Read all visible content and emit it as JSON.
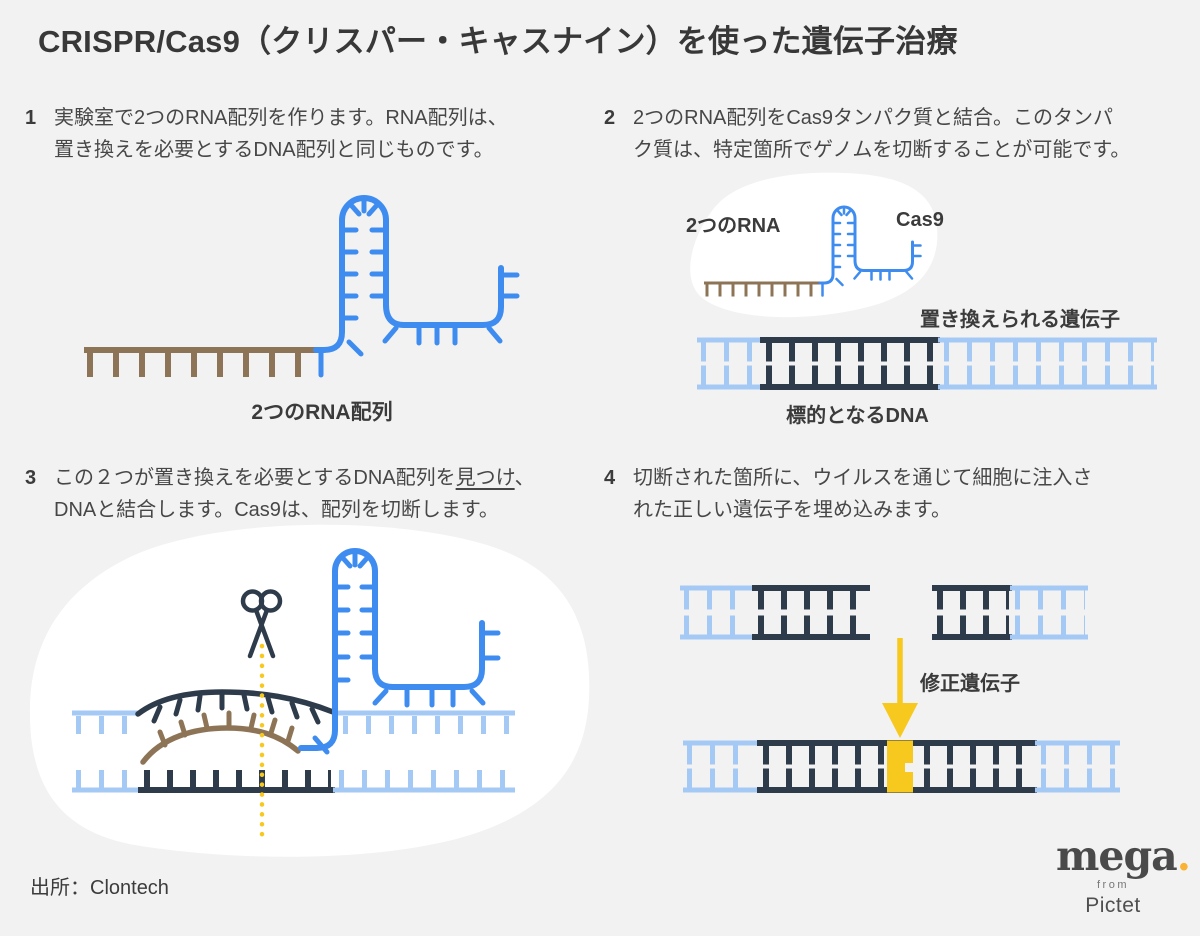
{
  "title": "CRISPR/Cas9（クリスパー・キャスナイン）を使った遺伝子治療",
  "steps": [
    {
      "num": "1",
      "line1": "実験室で2つのRNA配列を作ります。RNA配列は、",
      "line2": "置き換えを必要とするDNA配列と同じものです。"
    },
    {
      "num": "2",
      "line1": "2つのRNA配列をCas9タンパク質と結合。このタンパ",
      "line2": "ク質は、特定箇所でゲノムを切断することが可能です。"
    },
    {
      "num": "3",
      "line1_pre": "この２つが置き換えを必要とするDNA配列を",
      "line1_underlined": "見つけ",
      "line1_post": "、",
      "line2": "DNAと結合します。Cas9は、配列を切断します。"
    },
    {
      "num": "4",
      "line1": "切断された箇所に、ウイルスを通じて細胞に注入さ",
      "line2": "れた正しい遺伝子を埋め込みます。"
    }
  ],
  "panel1": {
    "caption": "2つのRNA配列"
  },
  "panel2": {
    "rna_label": "2つのRNA",
    "cas9_label": "Cas9",
    "gene_label": "置き換えられる遺伝子",
    "dna_label": "標的となるDNA"
  },
  "panel4": {
    "arrow_label": "修正遺伝子"
  },
  "footer": {
    "source": "出所：Clontech"
  },
  "logo": {
    "name": "mega",
    "dot": ".",
    "sub": "from",
    "brand": "Pictet"
  },
  "colors": {
    "bg": "#F2F2F2",
    "blob": "#FFFFFF",
    "text": "#474747",
    "blue": "#3E8CF0",
    "light_blue": "#A4C9F4",
    "navy": "#2E3B4B",
    "brown": "#8E7457",
    "yellow": "#F7C81E",
    "logo_dot": "#F9B233"
  }
}
